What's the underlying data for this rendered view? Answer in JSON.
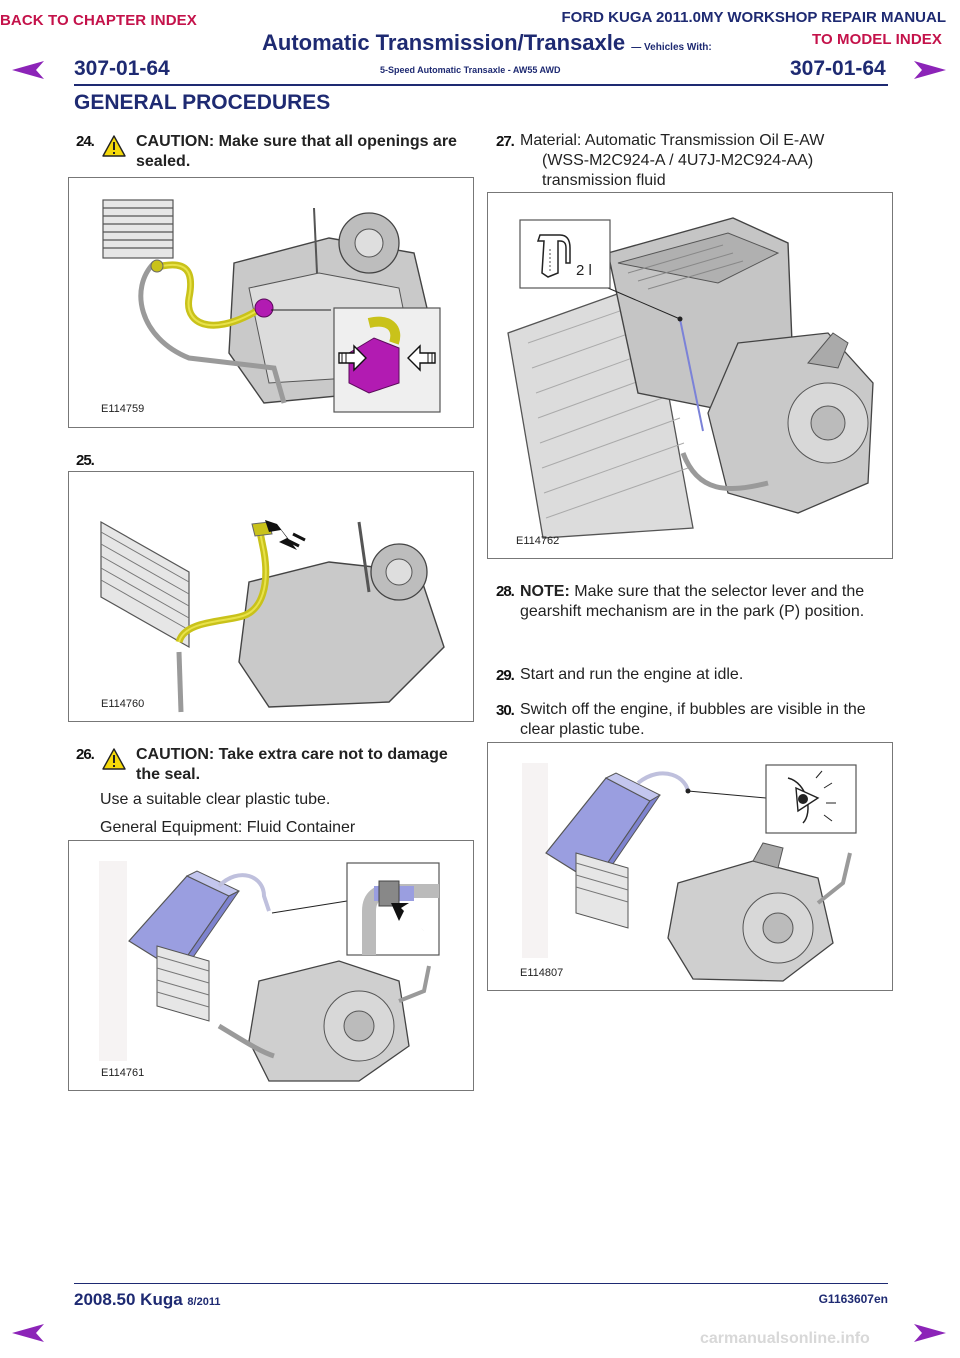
{
  "header": {
    "back_link": "BACK TO CHAPTER INDEX",
    "manual_title": "FORD KUGA 2011.0MY WORKSHOP REPAIR MANUAL",
    "model_link": "TO MODEL INDEX",
    "section_title": "Automatic Transmission/Transaxle",
    "section_suffix": "— Vehicles With:",
    "section_sub": "5-Speed Automatic Transaxle - AW55 AWD",
    "page_number_left": "307-01-64",
    "page_number_right": "307-01-64",
    "chapter": "GENERAL PROCEDURES"
  },
  "steps": {
    "s24": {
      "num": "24.",
      "caution": "CAUTION: Make sure that all openings are sealed.",
      "figure": "E114759"
    },
    "s25": {
      "num": "25.",
      "figure": "E114760"
    },
    "s26": {
      "num": "26.",
      "caution": "CAUTION: Take extra care not to damage the seal.",
      "text1": "Use a suitable clear plastic tube.",
      "text2": "General Equipment: Fluid Container",
      "figure": "E114761"
    },
    "s27": {
      "num": "27.",
      "text": "Material: Automatic Transmission Oil E-AW (WSS-M2C924-A / 4U7J-M2C924-AA) transmission fluid",
      "figure": "E114762",
      "volume": "2 l"
    },
    "s28": {
      "num": "28.",
      "note_label": "NOTE:",
      "text": "Make sure that the selector lever and the gearshift mechanism are in the park (P) position."
    },
    "s29": {
      "num": "29.",
      "text": "Start and run the engine at idle."
    },
    "s30": {
      "num": "30.",
      "text": "Switch off the engine, if bubbles are visible in the clear plastic tube.",
      "figure": "E114807"
    }
  },
  "footer": {
    "model": "2008.50 Kuga",
    "date": "8/2011",
    "doc_id": "G1163607en",
    "watermark": "carmanualsonline.info"
  },
  "colors": {
    "navy": "#1e2a72",
    "crimson": "#c4124a",
    "hose_yellow": "#c9c21a",
    "seal_magenta": "#b21bb2",
    "container_blue": "#9a9ee0"
  }
}
